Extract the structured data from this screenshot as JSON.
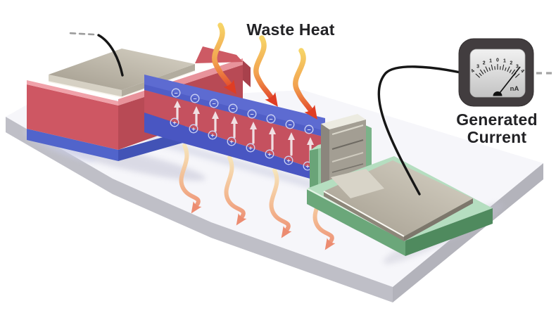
{
  "labels": {
    "waste_heat": "Waste Heat",
    "generated_current": [
      "Generated",
      "Current"
    ]
  },
  "meter": {
    "scale_labels": [
      "4",
      "3",
      "2",
      "1",
      "0",
      "1",
      "2",
      "3",
      "4"
    ],
    "unit": "nA"
  },
  "charges": {
    "minus": "−",
    "plus": "+"
  },
  "heat_flow": {
    "incoming_arrows": 3,
    "transmitted_arrows": 4
  },
  "colors": {
    "pyroelectric_red": "#c5515f",
    "electrode_blue": "#5d6bd1",
    "platform_green": "#b5dec0",
    "metal_pad": "#b8b2a5",
    "substrate": "#f7f7fa",
    "heat_arrow_start": "#f6d467",
    "heat_arrow_end": "#e2462b",
    "meter_body": "#423d3f"
  }
}
